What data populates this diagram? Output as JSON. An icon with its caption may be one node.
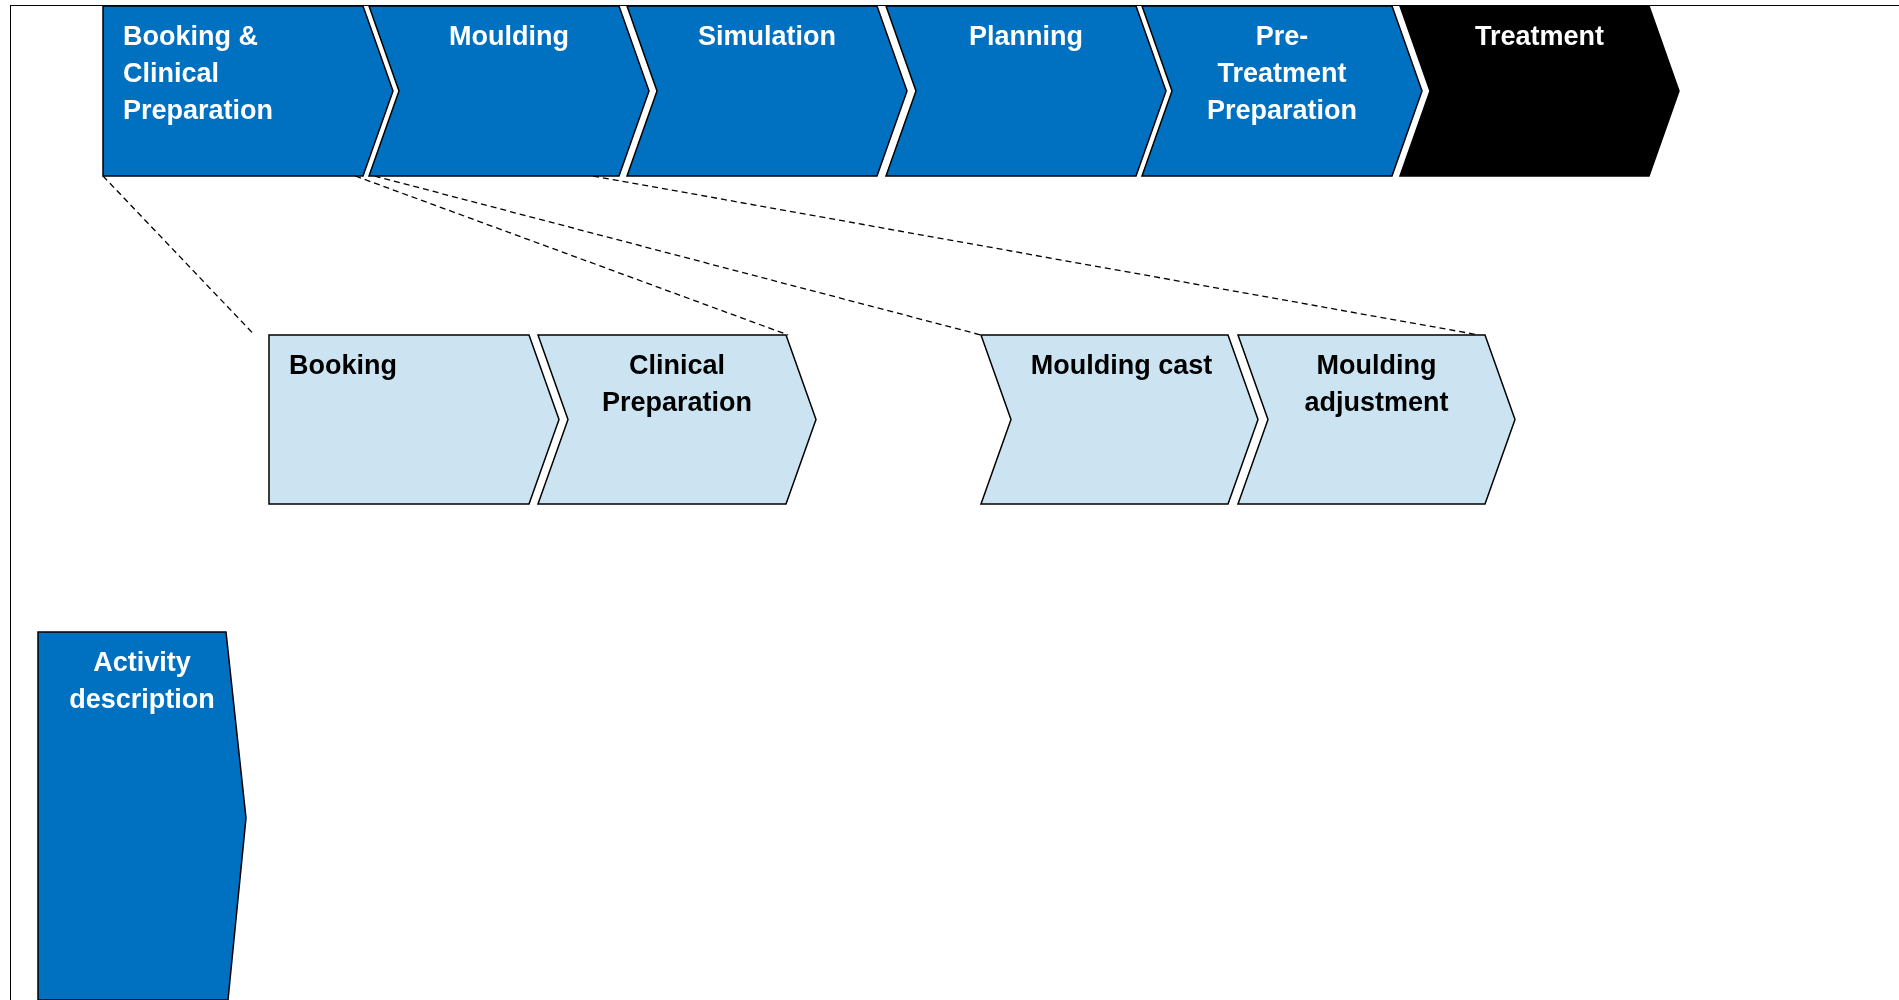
{
  "diagram": {
    "nodes": [
      {
        "text": [
          "Booking & Clinical Preparation"
        ]
      },
      {
        "text": [
          "Moulding"
        ]
      },
      {
        "text": [
          "Simulation"
        ]
      },
      {
        "text": [
          "Planning"
        ]
      },
      {
        "text": [
          "Pre-Treatment Preparation"
        ]
      },
      {
        "text": [
          "Treatment"
        ]
      },
      {
        "text": [
          "Booking"
        ]
      },
      {
        "text": [
          "Clinical Preparation"
        ]
      },
      {
        "text": [
          "Moulding cast"
        ]
      },
      {
        "text": [
          "Moulding adjustment"
        ]
      },
      {
        "text": [
          "Activity description"
        ]
      }
    ],
    "edges": [
      {
        "from": 0,
        "to": 6,
        "arrow": "none",
        "style": "dashed"
      },
      {
        "from": 0,
        "to": 7,
        "arrow": "none",
        "style": "dashed"
      },
      {
        "from": 1,
        "to": 8,
        "arrow": "none",
        "style": "dashed"
      },
      {
        "from": 1,
        "to": 9,
        "arrow": "none",
        "style": "dashed"
      }
    ]
  }
}
